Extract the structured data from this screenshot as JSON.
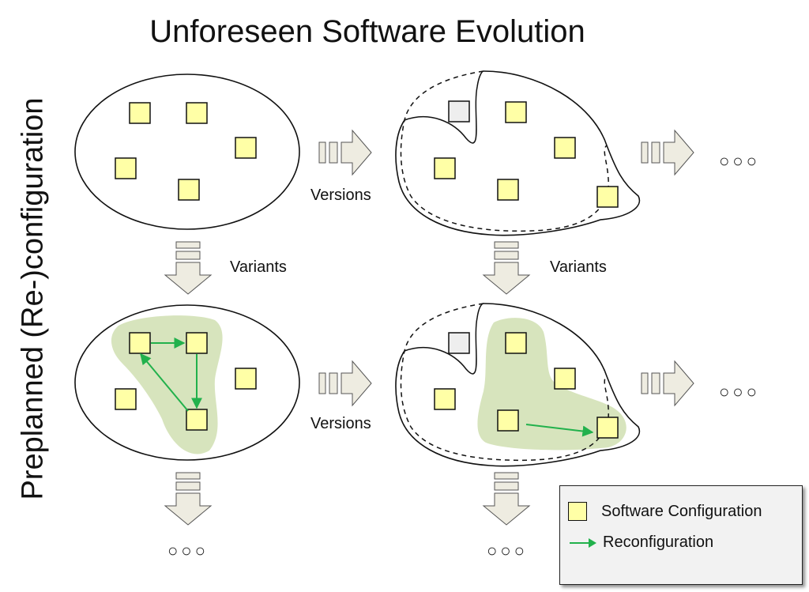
{
  "title": "Unforeseen Software Evolution",
  "axis_label_vertical": "Preplanned (Re-)configuration",
  "labels": {
    "versions_top": "Versions",
    "versions_bottom": "Versions",
    "variants_left": "Variants",
    "variants_right": "Variants"
  },
  "ellipsis": "○○○",
  "legend": {
    "config_label": "Software Configuration",
    "reconf_label": "Reconfiguration"
  },
  "colors": {
    "config_fill": "#ffffa6",
    "removed_config_fill": "#eeeeee",
    "region_fill": "#d7e4bd",
    "reconfiguration_arrow": "#22b14c",
    "process_arrow_fill": "#eeece1"
  }
}
